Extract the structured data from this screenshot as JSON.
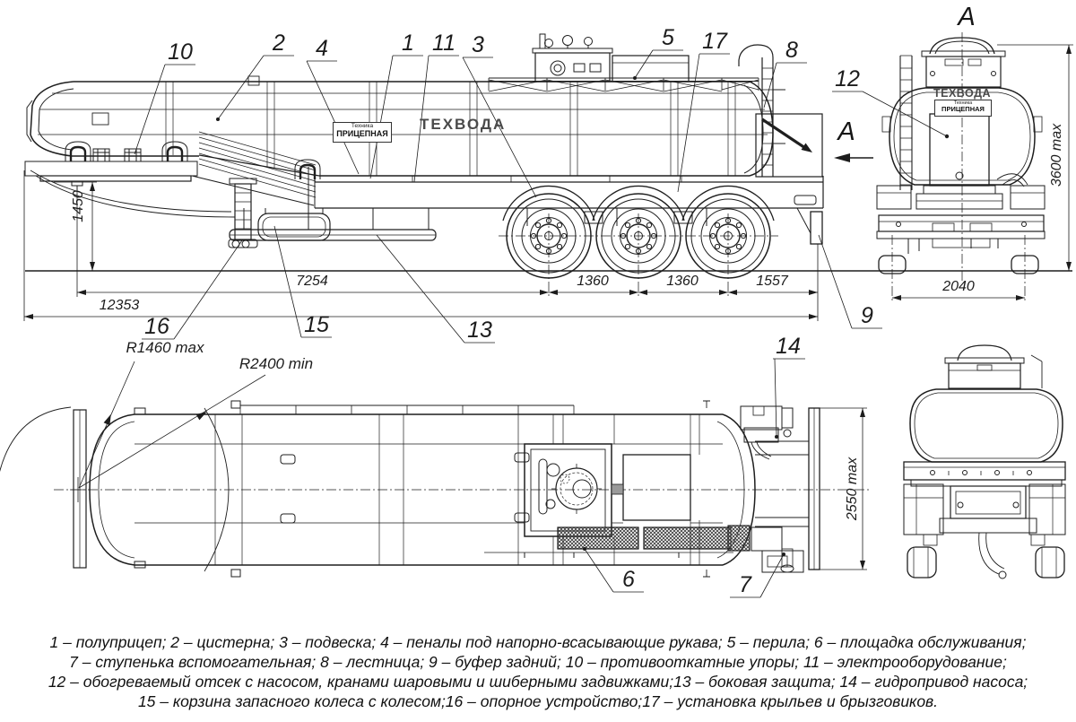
{
  "view_labels": {
    "section": "A"
  },
  "tank_markings": {
    "product": "ТЕХВОДА",
    "brand_top": "Техника",
    "brand": "ПРИЦЕПНАЯ"
  },
  "callouts": {
    "c1": "1",
    "c2": "2",
    "c3": "3",
    "c4": "4",
    "c5": "5",
    "c6": "6",
    "c7": "7",
    "c8": "8",
    "c9": "9",
    "c10": "10",
    "c11": "11",
    "c12": "12",
    "c13": "13",
    "c14": "14",
    "c15": "15",
    "c16": "16",
    "c17": "17"
  },
  "dimensions": {
    "fifth_wheel_height": "1450",
    "overall_length": "12353",
    "kingpin_to_first_axle": "7254",
    "axle_spacing_1": "1360",
    "axle_spacing_2": "1360",
    "rear_overhang": "1557",
    "track": "2040",
    "overall_height": "3600 max",
    "overall_width": "2550 max"
  },
  "radii": {
    "front_swing": "R1460 max",
    "rear_swing": "R2400 min"
  },
  "legend": {
    "lines": [
      "1 – полуприцеп; 2 – цистерна; 3 – подвеска; 4 – пеналы под напорно-всасывающие рукава; 5 – перила; 6 – площадка обслуживания;",
      "7 – ступенька вспомогательная; 8 – лестница; 9 – буфер задний; 10 – противооткатные упоры; 11 – электрооборудование;",
      "12 – обогреваемый отсек с насосом, кранами шаровыми и шиберными задвижками;13 – боковая защита; 14 – гидропривод насоса;",
      "15 – корзина запасного колеса с колесом;16 – опорное устройство;17 – установка крыльев и брызговиков."
    ]
  }
}
